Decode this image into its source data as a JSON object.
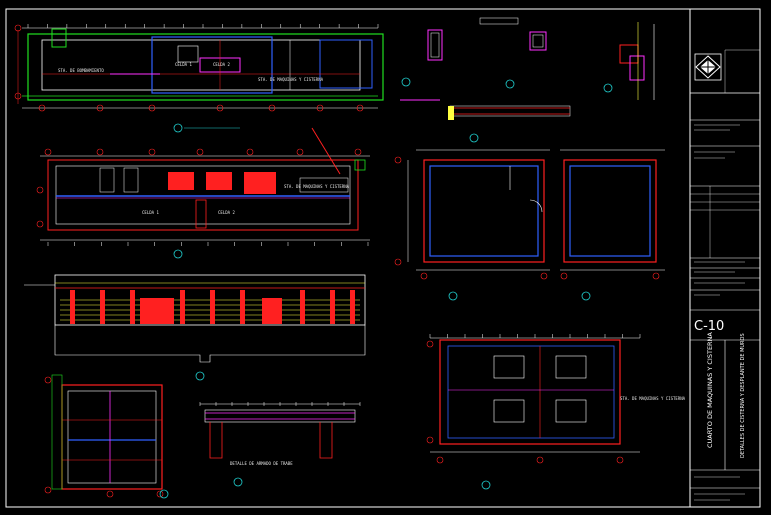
{
  "drawing": {
    "sheet_number": "C-10",
    "title_main": "CUARTO DE MAQUINAS Y CISTERNA",
    "title_sub": "DETALLES DE CISTERNA Y DESPLANTE DE MUROS"
  },
  "plan_top": {
    "label_left": "STA. DE BOMBAMIENTO",
    "label_mid1": "CELDA 1",
    "label_mid2": "CELDA 2",
    "label_right": "STA. DE MAQUINAS Y CISTERNA"
  },
  "section_mid": {
    "celda_a": "CELDA 1",
    "celda_b": "CELDA 2",
    "label_right": "STA. DE MAQUINAS Y CISTERNA"
  },
  "detail_labels": {
    "truss": "DETALLE DE ARMADO DE TRABE",
    "lower_right": "STA. DE MAQUINAS Y CISTERNA"
  },
  "colors": {
    "background": "#000000",
    "red": "#ff2020",
    "blue": "#3060ff",
    "green": "#20e020",
    "magenta": "#ff30ff",
    "cyan": "#20d0d0",
    "yellow": "#ffff40",
    "white": "#ffffff"
  },
  "icons": {
    "logo": "diamond-logo-icon"
  }
}
